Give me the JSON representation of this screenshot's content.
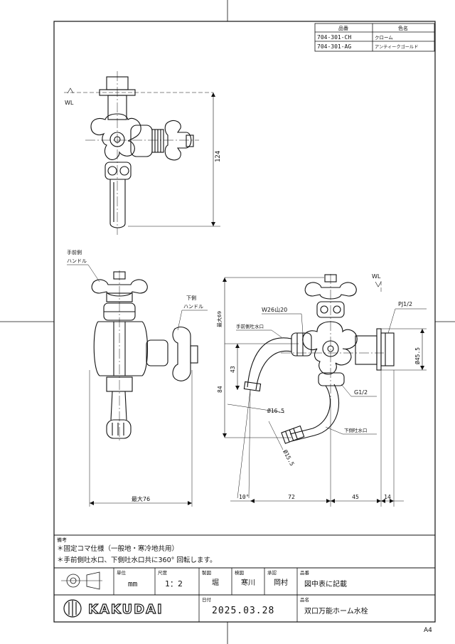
{
  "variant_table": {
    "header_code": "品番",
    "header_color": "色名",
    "rows": [
      {
        "code": "704-301-CH",
        "color": "クローム"
      },
      {
        "code": "704-301-AG",
        "color": "アンティークゴールド"
      }
    ]
  },
  "front_view": {
    "wl": "WL",
    "dim_height": "124"
  },
  "side_view": {
    "label_front_handle_1": "手前側",
    "label_front_handle_2": "ハンドル",
    "label_lower_handle_1": "下側",
    "label_lower_handle_2": "ハンドル",
    "dim_width": "最大76"
  },
  "plan_view": {
    "wl": "WL",
    "thread_w": "W26山20",
    "pj": "PJ1/2",
    "label_front_spout": "手前側吐水口",
    "label_lower_spout": "下側吐水口",
    "g_thread": "G1/2",
    "dim_max69": "最大69",
    "dim_43": "43",
    "dim_84": "84",
    "dim_d45": "Ø45.5",
    "dim_d16": "Ø16.5",
    "dim_d15": "Ø15.5",
    "dim_angle": "10°",
    "dim_72": "72",
    "dim_45": "45",
    "dim_14": "14"
  },
  "notes": {
    "title": "備考",
    "line1": "＊固定コマ仕様（一般地・寒冷地共用）",
    "line2": "＊手前側吐水口、下側吐水口共に360° 回転します。"
  },
  "title_block": {
    "unit_label": "単位",
    "unit_value": "mm",
    "scale_label": "尺度",
    "scale_value": "1：2",
    "drawn_label": "製図",
    "drawn_value": "堀",
    "checked_label": "検図",
    "checked_value": "寒川",
    "approved_label": "承認",
    "approved_value": "岡村",
    "part_label": "品番",
    "part_value": "図中表に記載",
    "date_label": "日付",
    "date_value": "2025.03.28",
    "name_label": "品名",
    "name_value": "双口万能ホーム水栓",
    "brand": "KAKUDAI"
  },
  "sheet_size": "A4"
}
